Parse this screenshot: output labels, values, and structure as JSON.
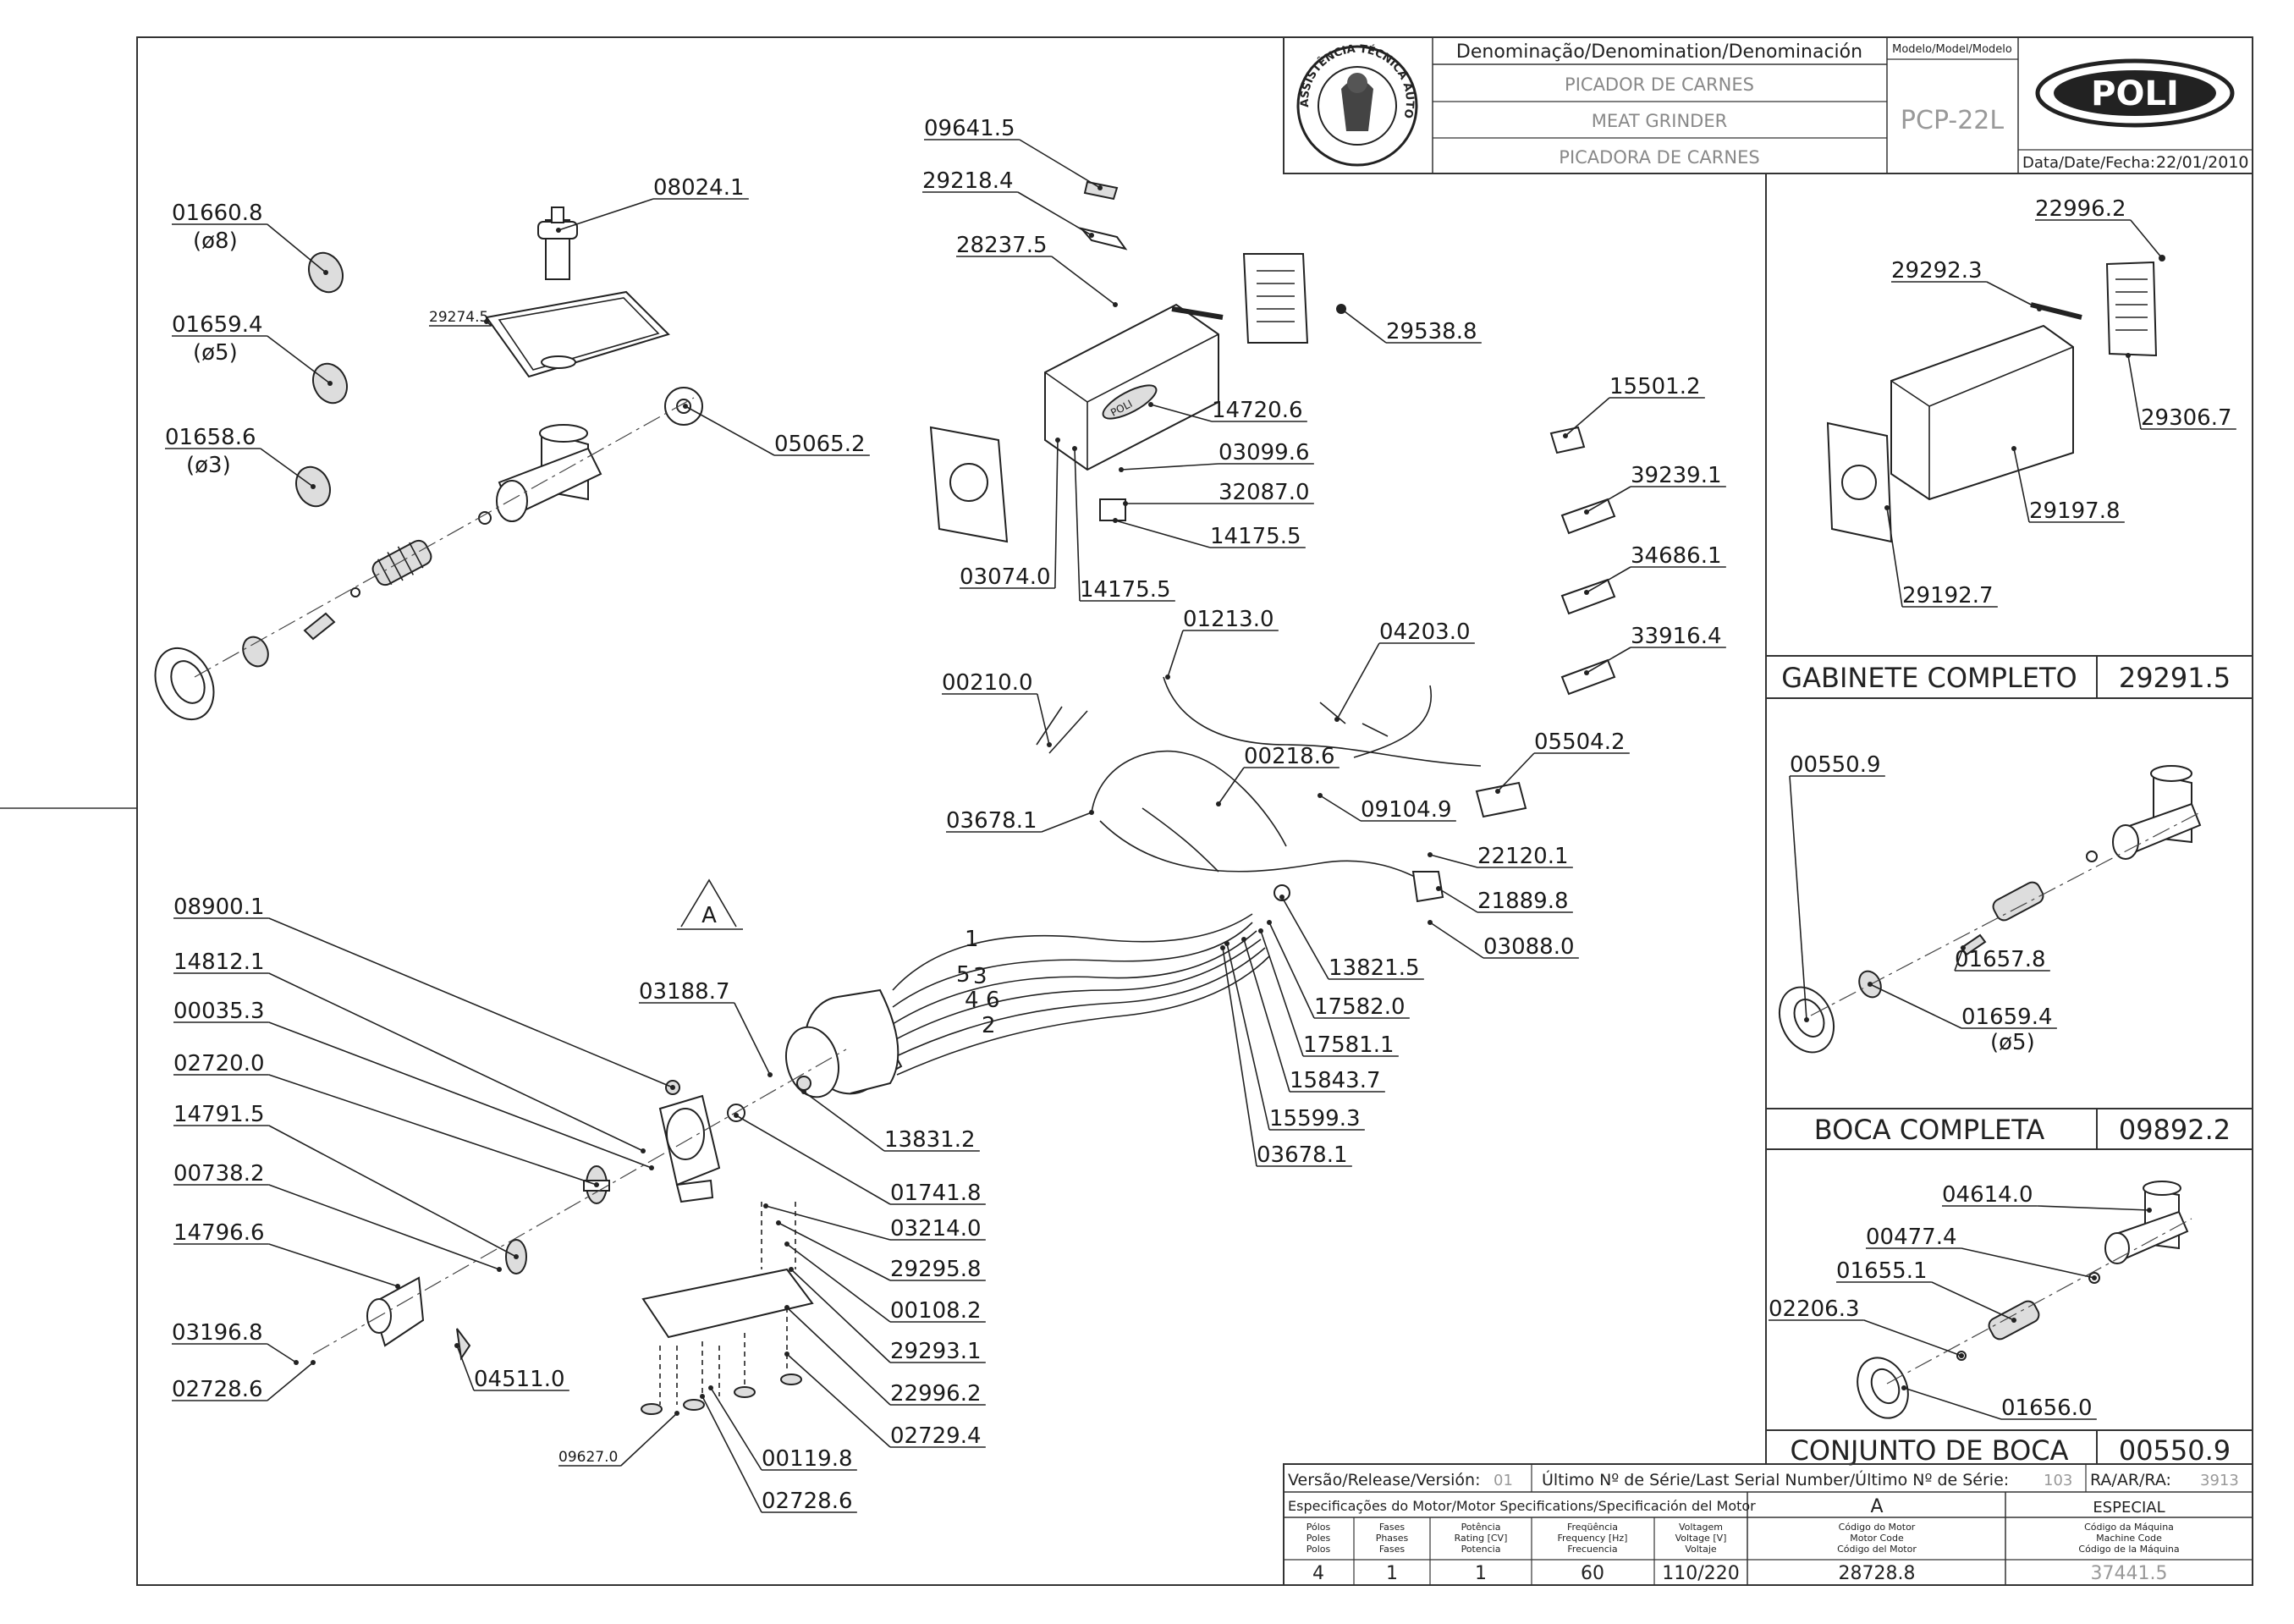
{
  "title_block": {
    "denomination_header": "Denominação/Denomination/Denominación",
    "model_header": "Modelo/Model/Modelo",
    "name_pt": "PICADOR DE CARNES",
    "name_en": "MEAT GRINDER",
    "name_es": "PICADORA DE CARNES",
    "model": "PCP-22L",
    "brand": "POLI",
    "date_label": "Data/Date/Fecha:",
    "date": "22/01/2010",
    "seal_text": "ASSISTÊNCIA TÉCNICA AUTORIZADA"
  },
  "assemblies": {
    "gabinete": {
      "title": "GABINETE COMPLETO",
      "code": "29291.5"
    },
    "boca": {
      "title": "BOCA COMPLETA",
      "code": "09892.2"
    },
    "conjunto": {
      "title": "CONJUNTO DE BOCA",
      "code": "00550.9"
    }
  },
  "labels": {
    "main": [
      {
        "text": "01660.8"
      },
      {
        "text": "(ø8)"
      },
      {
        "text": "01659.4"
      },
      {
        "text": "(ø5)"
      },
      {
        "text": "01658.6"
      },
      {
        "text": "(ø3)"
      },
      {
        "text": "08024.1"
      },
      {
        "text": "29274.5"
      },
      {
        "text": "05065.2"
      },
      {
        "text": "09641.5"
      },
      {
        "text": "29218.4"
      },
      {
        "text": "28237.5"
      },
      {
        "text": "29538.8"
      },
      {
        "text": "14720.6"
      },
      {
        "text": "03099.6"
      },
      {
        "text": "32087.0"
      },
      {
        "text": "14175.5"
      },
      {
        "text": "03074.0"
      },
      {
        "text": "14175.5"
      },
      {
        "text": "15501.2"
      },
      {
        "text": "39239.1"
      },
      {
        "text": "34686.1"
      },
      {
        "text": "33916.4"
      },
      {
        "text": "01213.0"
      },
      {
        "text": "04203.0"
      },
      {
        "text": "00210.0"
      },
      {
        "text": "00218.6"
      },
      {
        "text": "05504.2"
      },
      {
        "text": "09104.9"
      },
      {
        "text": "03678.1"
      },
      {
        "text": "22120.1"
      },
      {
        "text": "21889.8"
      },
      {
        "text": "03088.0"
      },
      {
        "text": "13821.5"
      },
      {
        "text": "17582.0"
      },
      {
        "text": "17581.1"
      },
      {
        "text": "15843.7"
      },
      {
        "text": "15599.3"
      },
      {
        "text": "03678.1"
      },
      {
        "text": "08900.1"
      },
      {
        "text": "14812.1"
      },
      {
        "text": "00035.3"
      },
      {
        "text": "02720.0"
      },
      {
        "text": "14791.5"
      },
      {
        "text": "00738.2"
      },
      {
        "text": "14796.6"
      },
      {
        "text": "03196.8"
      },
      {
        "text": "02728.6"
      },
      {
        "text": "04511.0"
      },
      {
        "text": "09627.0"
      },
      {
        "text": "00119.8"
      },
      {
        "text": "02728.6"
      },
      {
        "text": "03188.7"
      },
      {
        "text": "13831.2"
      },
      {
        "text": "01741.8"
      },
      {
        "text": "03214.0"
      },
      {
        "text": "29295.8"
      },
      {
        "text": "00108.2"
      },
      {
        "text": "29293.1"
      },
      {
        "text": "22996.2"
      },
      {
        "text": "02729.4"
      }
    ],
    "gabinete": [
      {
        "text": "22996.2"
      },
      {
        "text": "29292.3"
      },
      {
        "text": "29306.7"
      },
      {
        "text": "29197.8"
      },
      {
        "text": "29192.7"
      }
    ],
    "boca": [
      {
        "text": "00550.9"
      },
      {
        "text": "01657.8"
      },
      {
        "text": "01659.4"
      },
      {
        "text": "(ø5)"
      }
    ],
    "conjunto": [
      {
        "text": "04614.0"
      },
      {
        "text": "00477.4"
      },
      {
        "text": "01655.1"
      },
      {
        "text": "02206.3"
      },
      {
        "text": "01656.0"
      }
    ],
    "motor_letter": "A",
    "wire_numbers": [
      "1",
      "5",
      "3",
      "4",
      "6",
      "2"
    ]
  },
  "bottom_block": {
    "version_label": "Versão/Release/Versión:",
    "version": "01",
    "serial_label": "Último Nº de Série/Last Serial Number/Último Nº de Série:",
    "serial": "103",
    "ra_label": "RA/AR/RA:",
    "ra": "3913",
    "motor_spec_label": "Especificações do Motor/Motor Specifications/Specificación del Motor",
    "motor_letter": "A",
    "special_label": "ESPECIAL",
    "col_poles": [
      "Pólos",
      "Poles",
      "Polos"
    ],
    "col_phases": [
      "Fases",
      "Phases",
      "Fases"
    ],
    "col_power": [
      "Potência",
      "Rating [CV]",
      "Potencia"
    ],
    "col_freq": [
      "Freqüência",
      "Frequency [Hz]",
      "Frecuencia"
    ],
    "col_voltage": [
      "Voltagem",
      "Voltage [V]",
      "Voltaje"
    ],
    "col_motor_code": [
      "Código do Motor",
      "Motor Code",
      "Código del Motor"
    ],
    "col_machine_code": [
      "Código da Máquina",
      "Machine Code",
      "Código de la Máquina"
    ],
    "poles": "4",
    "phases": "1",
    "power": "1",
    "frequency": "60",
    "voltage": "110/220",
    "motor_code": "28728.8",
    "machine_code": "37441.5"
  }
}
